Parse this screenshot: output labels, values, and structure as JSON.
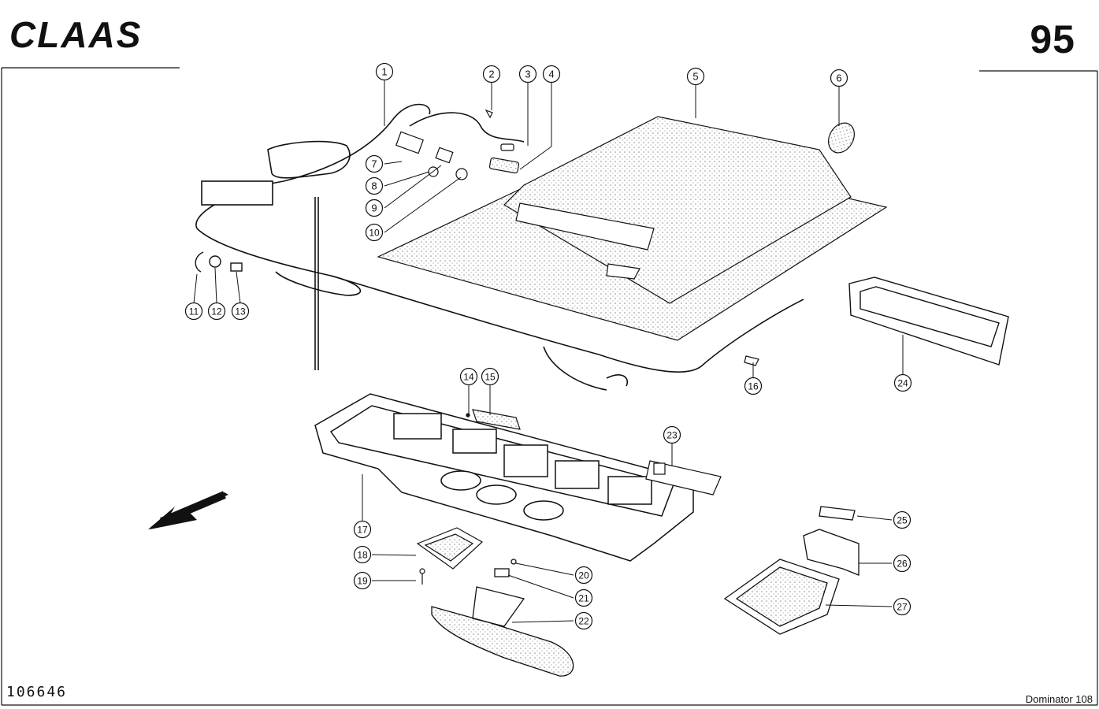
{
  "header": {
    "brand": "CLAAS",
    "page_number": "95"
  },
  "footer": {
    "drawing_number": "106646",
    "model": "Dominator 108"
  },
  "callouts": [
    "1",
    "2",
    "3",
    "4",
    "5",
    "6",
    "7",
    "8",
    "9",
    "10",
    "11",
    "12",
    "13",
    "14",
    "15",
    "16",
    "17",
    "18",
    "19",
    "20",
    "21",
    "22",
    "23",
    "24",
    "25",
    "26",
    "27"
  ],
  "colors": {
    "ink": "#111111",
    "paper": "#ffffff",
    "stipple": "#9a9a9a"
  }
}
